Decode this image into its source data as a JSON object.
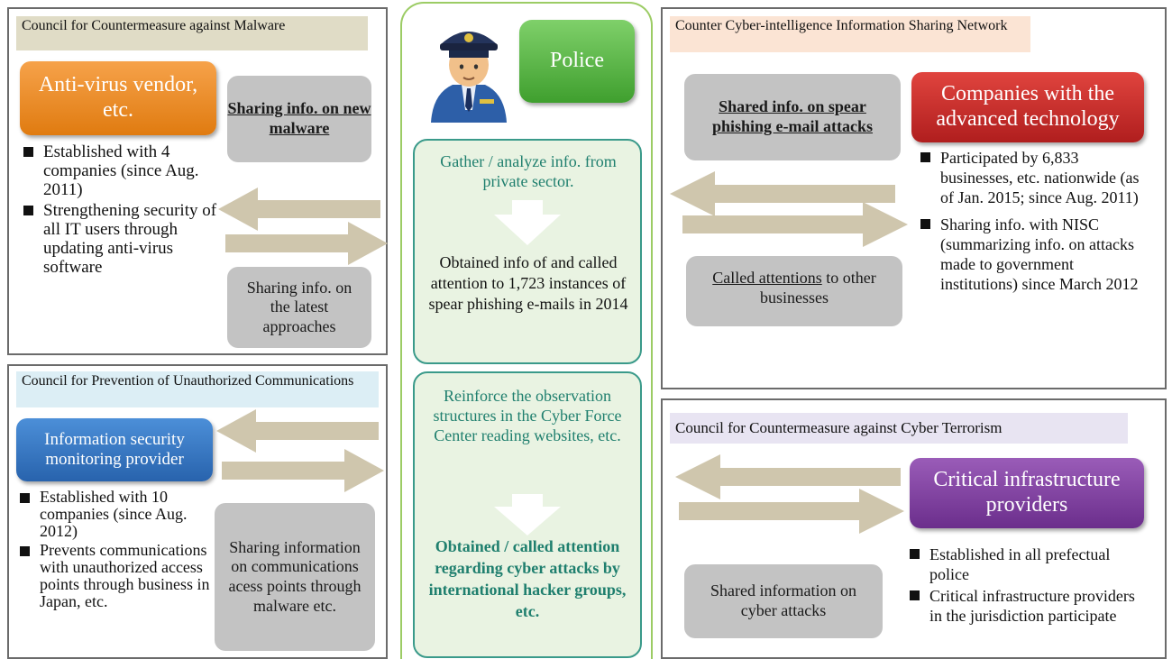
{
  "malware": {
    "title": "Council for Countermeasure against Malware",
    "actor": "Anti-virus vendor, etc.",
    "share1": "Sharing info. on new malware",
    "share2": "Sharing info. on the latest approaches",
    "bullets": [
      "Established with 4 companies (since Aug. 2011)",
      "Strengthening security of all IT users through updating anti-virus software"
    ]
  },
  "unauth": {
    "title": "Council for Prevention of Unauthorized Communications",
    "actor": "Information security monitoring provider",
    "share": "Sharing information on communications acess points through malware etc.",
    "bullets": [
      "Established with 10 companies (since Aug. 2012)",
      "Prevents communications with unauthorized access points through business in Japan, etc."
    ]
  },
  "center": {
    "police": "Police",
    "step1": "Gather / analyze info. from private sector.",
    "result1": "Obtained info of and called attention to 1,723 instances of spear phishing e-mails in 2014",
    "step2": "Reinforce the observation structures in the Cyber Force Center reading websites, etc.",
    "result2": "Obtained / called attention regarding cyber attacks by international hacker groups, etc."
  },
  "cyber_intel": {
    "title": "Counter Cyber-intelligence Information Sharing Network",
    "actor": "Companies with the advanced technology",
    "share1": "Shared info. on spear phishing e-mail attacks",
    "share2_underlined": "Called attentions",
    "share2_rest": " to other businesses",
    "bullets": [
      "Participated by 6,833 businesses, etc. nationwide (as of Jan. 2015; since Aug. 2011)",
      "Sharing info. with NISC (summarizing info. on attacks made to government institutions) since March 2012"
    ]
  },
  "terror": {
    "title": "Council for Countermeasure against Cyber Terrorism",
    "actor": "Critical infrastructure providers",
    "share": "Shared information on cyber attacks",
    "bullets": [
      "Established in all prefectual police",
      "Critical infrastructure providers in the jurisdiction participate"
    ]
  },
  "colors": {
    "orange": "#ee8a1e",
    "red": "#c62828",
    "blue": "#2f73c4",
    "purple": "#7a3e98",
    "green": "#4caf3e",
    "arrow": "#cfc6ad",
    "teal_text": "#1f7f6e"
  }
}
